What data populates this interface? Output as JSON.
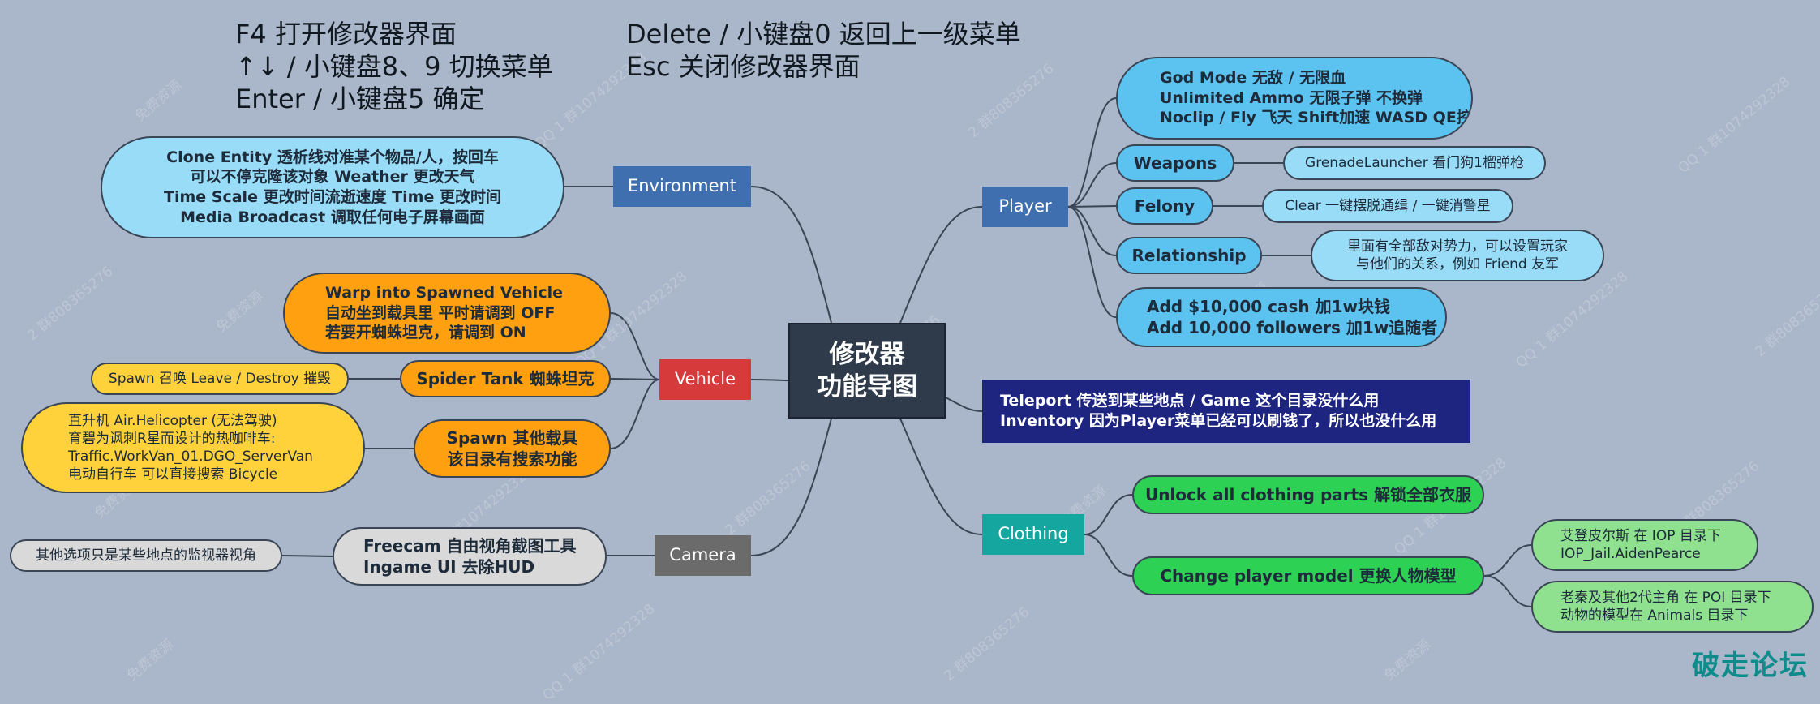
{
  "shortcuts": [
    "F4 打开修改器界面",
    "↑↓ / 小键盘8、9 切换菜单",
    "Enter / 小键盘5 确定",
    "Delete / 小键盘0 返回上一级菜单",
    "Esc 关闭修改器界面"
  ],
  "center": [
    "修改器",
    "功能导图"
  ],
  "environment": {
    "label": "Environment",
    "detail": [
      "Clone Entity 透析线对准某个物品/人，按回车",
      "可以不停克隆该对象      Weather 更改天气",
      "Time Scale 更改时间流逝速度 Time 更改时间",
      "Media Broadcast 调取任何电子屏幕画面"
    ]
  },
  "vehicle": {
    "label": "Vehicle",
    "warp": [
      "Warp into Spawned Vehicle",
      "自动坐到载具里 平时请调到 OFF",
      "若要开蜘蛛坦克，请调到 ON"
    ],
    "spider": "Spider Tank 蜘蛛坦克",
    "spider_note": "Spawn 召唤 Leave / Destroy 摧毁",
    "spawn": [
      "Spawn 其他载具",
      "该目录有搜索功能"
    ],
    "spawn_note": [
      "直升机 Air.Helicopter (无法驾驶)",
      "育碧为讽刺R星而设计的热咖啡车:",
      "Traffic.WorkVan_01.DGO_ServerVan",
      "电动自行车 可以直接搜索 Bicycle"
    ]
  },
  "camera": {
    "label": "Camera",
    "detail": [
      "Freecam 自由视角截图工具",
      "Ingame UI 去除HUD"
    ],
    "note": "其他选项只是某些地点的监视器视角"
  },
  "player": {
    "label": "Player",
    "god": [
      "God Mode 无敌 / 无限血",
      "Unlimited Ammo 无限子弹 不换弹",
      "Noclip / Fly 飞天 Shift加速 WASD QE控方向"
    ],
    "weapons": "Weapons",
    "weapons_note": "GrenadeLauncher 看门狗1榴弹枪",
    "felony": "Felony",
    "felony_note": "Clear 一键摆脱通缉 / 一键消警星",
    "relationship": "Relationship",
    "relationship_note": [
      "里面有全部敌对势力，可以设置玩家",
      "与他们的关系，例如 Friend 友军"
    ],
    "money": [
      "Add $10,000 cash 加1w块钱",
      "Add 10,000 followers 加1w追随者"
    ]
  },
  "teleport": [
    "Teleport 传送到某些地点    /    Game 这个目录没什么用",
    "Inventory 因为Player菜单已经可以刷钱了，所以也没什么用"
  ],
  "clothing": {
    "label": "Clothing",
    "unlock": "Unlock all clothing parts 解锁全部衣服",
    "change": "Change player model 更换人物模型",
    "note1": [
      "艾登皮尔斯 在 IOP 目录下",
      "IOP_Jail.AidenPearce"
    ],
    "note2": [
      "老秦及其他2代主角 在 POI 目录下",
      "动物的模型在 Animals 目录下"
    ]
  },
  "watermark": [
    "免费资源",
    "QQ 1 群1074292328",
    "2 群808365276"
  ],
  "brand": "破走论坛",
  "colors": {
    "background": "#aab6c9",
    "center": "#2f3b4a",
    "branch_blue": "#3f6fae",
    "vehicle_red": "#d63a3a",
    "camera_gray": "#6b6b6b",
    "clothing_teal": "#16a6a0",
    "navy": "#1d2581",
    "sky": "#5cc3f0",
    "light_sky": "#99dcf7",
    "orange": "#ffa011",
    "yellow": "#ffd23c",
    "green": "#2dd153",
    "light_green": "#8fe08f",
    "light_gray": "#d9d9d9"
  }
}
